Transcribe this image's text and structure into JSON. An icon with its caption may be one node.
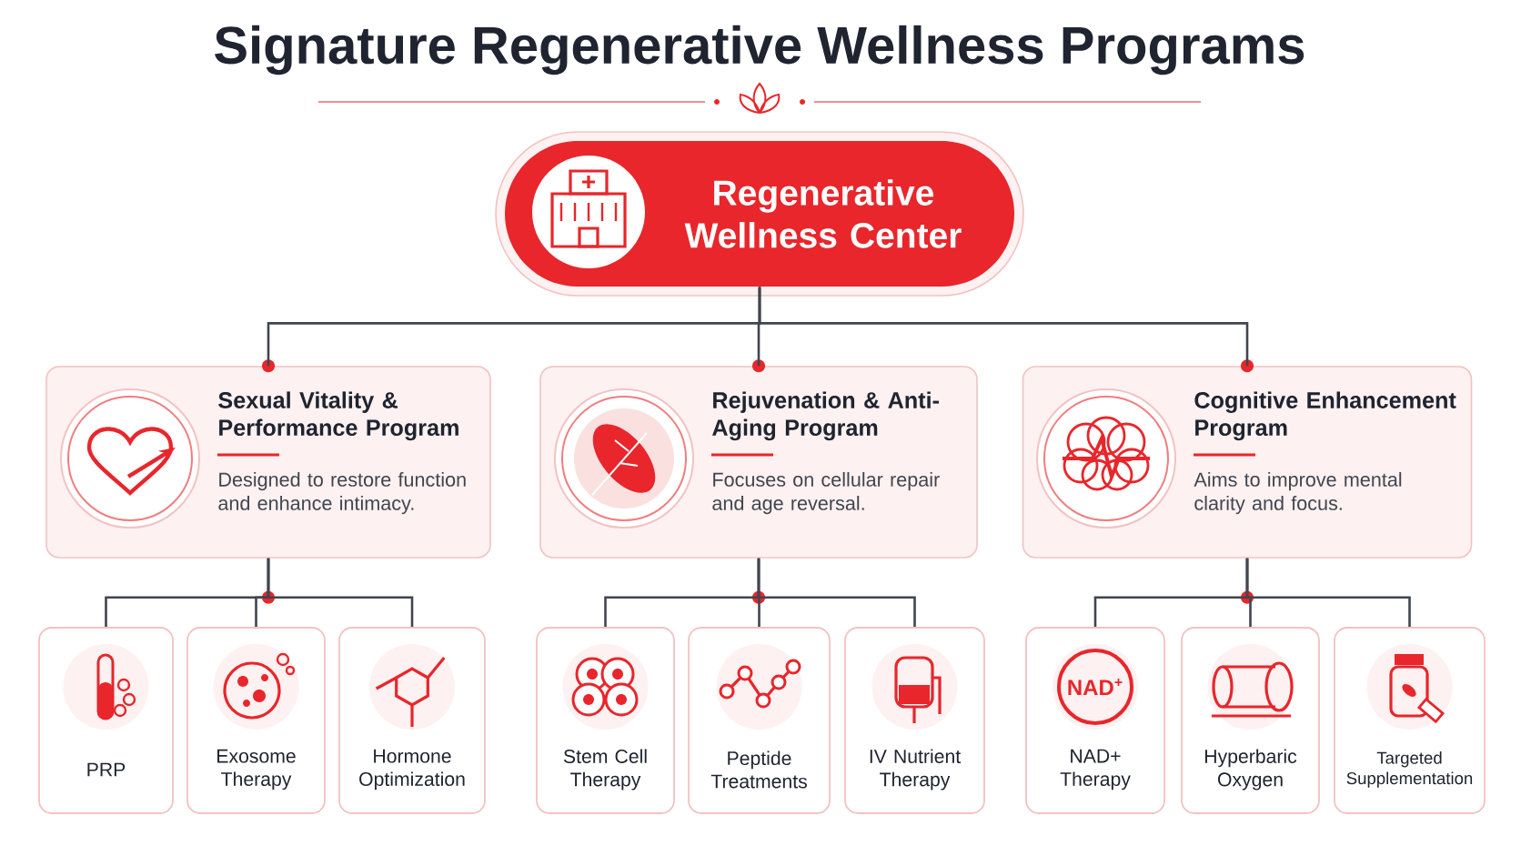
{
  "diagram": {
    "title": "Signature Regenerative Wellness Programs",
    "nodes": [
      {
        "text": [
          "Regenerative Wellness Center"
        ]
      },
      {
        "text": [
          "Sexual Vitality & Performance Program",
          "Designed to restore function and enhance intimacy."
        ]
      },
      {
        "text": [
          "Rejuvenation & Anti-Aging Program",
          "Focuses on cellular repair and age reversal."
        ]
      },
      {
        "text": [
          "Cognitive Enhancement Program",
          "Aims to improve mental clarity and focus."
        ]
      },
      {
        "text": [
          "PRP"
        ]
      },
      {
        "text": [
          "Exosome Therapy"
        ]
      },
      {
        "text": [
          "Hormone Optimization"
        ]
      },
      {
        "text": [
          "Stem Cell Therapy"
        ]
      },
      {
        "text": [
          "Peptide Treatments"
        ]
      },
      {
        "text": [
          "IV Nutrient Therapy"
        ]
      },
      {
        "text": [
          "NAD+ Therapy"
        ]
      },
      {
        "text": [
          "Hyperbaric Oxygen"
        ]
      },
      {
        "text": [
          "Targeted Supplementation"
        ]
      }
    ],
    "edges": [
      {
        "from": 0,
        "to": 1,
        "arrow": "none"
      },
      {
        "from": 0,
        "to": 2,
        "arrow": "none"
      },
      {
        "from": 0,
        "to": 3,
        "arrow": "none"
      },
      {
        "from": 1,
        "to": 4,
        "arrow": "none"
      },
      {
        "from": 1,
        "to": 5,
        "arrow": "none"
      },
      {
        "from": 1,
        "to": 6,
        "arrow": "none"
      },
      {
        "from": 2,
        "to": 7,
        "arrow": "none"
      },
      {
        "from": 2,
        "to": 8,
        "arrow": "none"
      },
      {
        "from": 2,
        "to": 9,
        "arrow": "none"
      },
      {
        "from": 3,
        "to": 10,
        "arrow": "none"
      },
      {
        "from": 3,
        "to": 11,
        "arrow": "none"
      },
      {
        "from": 3,
        "to": 12,
        "arrow": "none"
      }
    ],
    "labels": [
      "NAD$^{+}$"
    ]
  }
}
